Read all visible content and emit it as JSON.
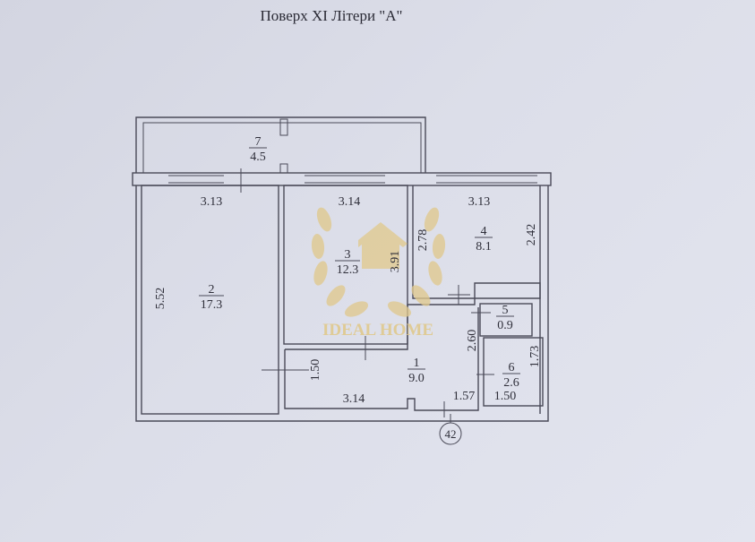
{
  "title": "Поверх XI Літери \"А\"",
  "rooms": [
    {
      "number": "1",
      "area": "9.0"
    },
    {
      "number": "2",
      "area": "17.3"
    },
    {
      "number": "3",
      "area": "12.3"
    },
    {
      "number": "4",
      "area": "8.1"
    },
    {
      "number": "5",
      "area": "0.9"
    },
    {
      "number": "6",
      "area": "2.6"
    },
    {
      "number": "7",
      "area": "4.5"
    }
  ],
  "dimensions": {
    "room2_width": "3.13",
    "room2_length": "5.52",
    "room3_width": "3.14",
    "room3_length": "3.91",
    "room4_width": "3.13",
    "room4_length": "2.42",
    "room4_side": "2.78",
    "corridor_width": "3.14",
    "corridor_depth": "1.50",
    "corridor_length": "2.60",
    "corridor_end": "1.57",
    "room6_width": "1.50",
    "room6_length": "1.73"
  },
  "axis_marker": "42",
  "watermark": {
    "text": "IDEAL HOME",
    "color": "#e0c98e"
  }
}
